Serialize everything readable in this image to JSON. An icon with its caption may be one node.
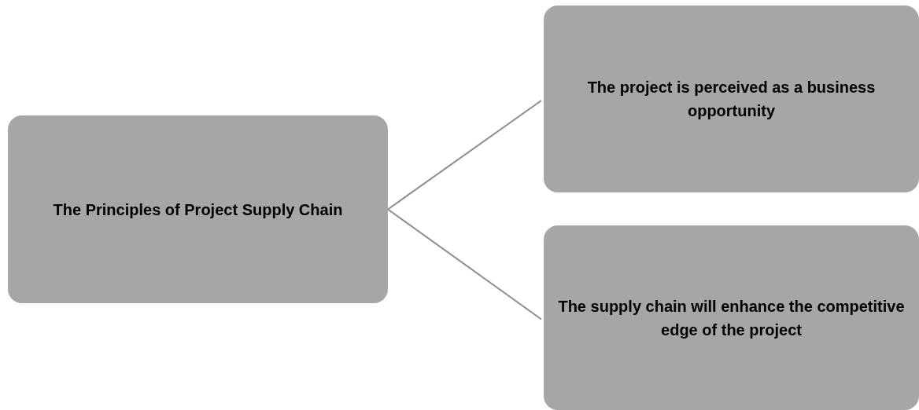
{
  "diagram": {
    "nodes": [
      {
        "text": [
          "The Principles of Project Supply Chain"
        ]
      },
      {
        "text": [
          "The project is perceived as a business opportunity"
        ]
      },
      {
        "text": [
          "The supply chain will enhance the competitive edge of the project"
        ]
      }
    ],
    "edges": [
      {
        "from": 0,
        "to": 1,
        "arrow": "none"
      },
      {
        "from": 0,
        "to": 2,
        "arrow": "none"
      }
    ]
  }
}
